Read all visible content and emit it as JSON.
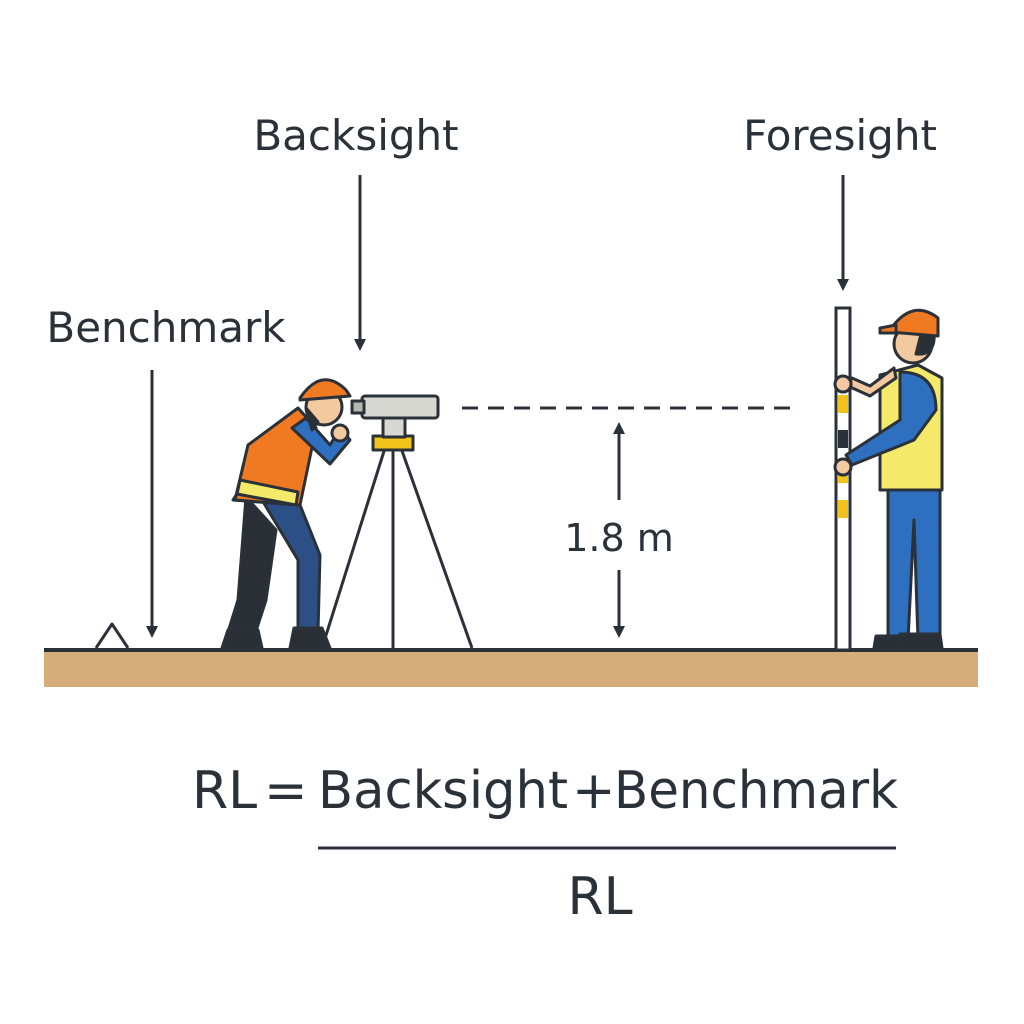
{
  "labels": {
    "backsight": "Backsight",
    "foresight": "Foresight",
    "benchmark": "Benchmark",
    "instrument_height": "1.8 m"
  },
  "formula": {
    "lhs": "RL",
    "equals": "=",
    "term1": "Backsight",
    "plus": "+",
    "term2": "Benchmark",
    "denominator": "RL"
  },
  "colors": {
    "ink": "#2b3138",
    "ground": "#d4ad7a",
    "hardhat": "#f07a22",
    "vest_orange": "#f07a22",
    "vest_yellow": "#f5e96a",
    "shirt_blue": "#2f6fbf",
    "trousers": "#2c4f86",
    "skin": "#f3c9a0",
    "staff_yellow": "#f2c31a"
  }
}
